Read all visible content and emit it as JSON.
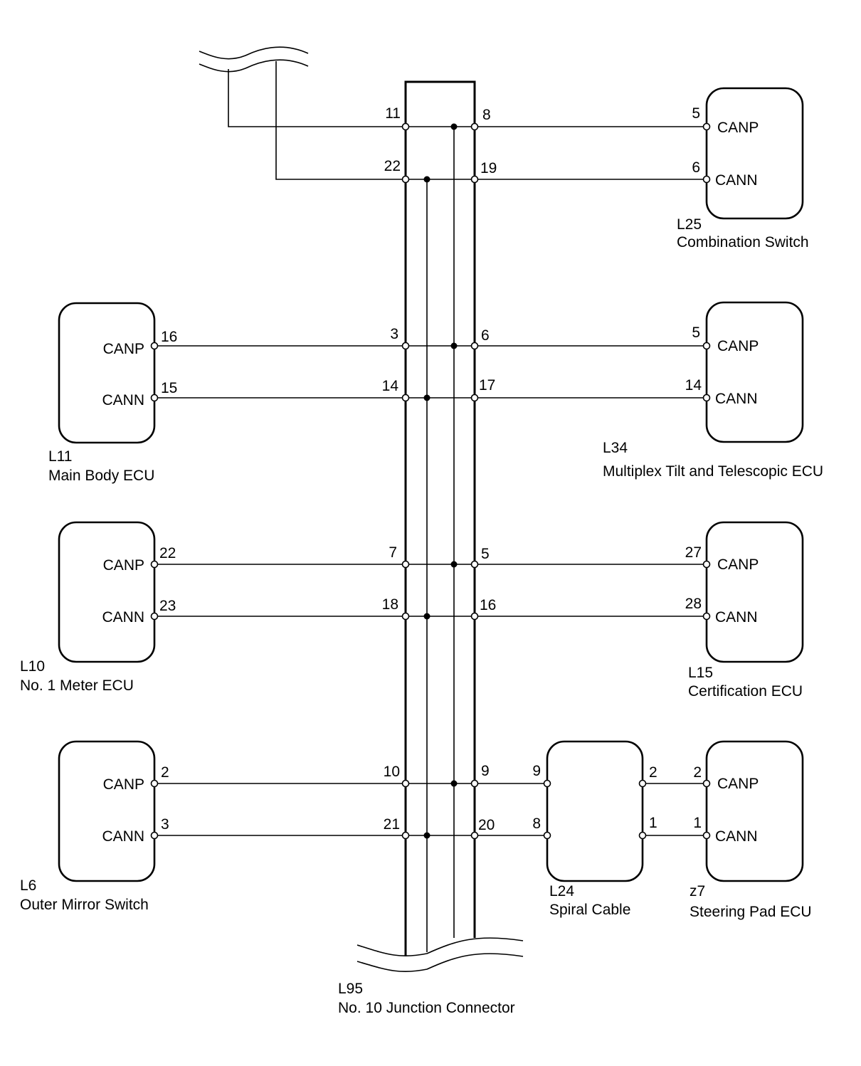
{
  "junction": {
    "id": "L95",
    "name": "No. 10 Junction Connector"
  },
  "components": {
    "combination_switch": {
      "id": "L25",
      "name": "Combination Switch",
      "canp_label": "CANP",
      "cann_label": "CANN",
      "canp_pin": "5",
      "cann_pin": "6"
    },
    "tilt_ecu": {
      "id": "L34",
      "name": "Multiplex Tilt and Telescopic ECU",
      "canp_label": "CANP",
      "cann_label": "CANN",
      "canp_pin": "5",
      "cann_pin": "14"
    },
    "main_body_ecu": {
      "id": "L11",
      "name": "Main Body ECU",
      "canp_label": "CANP",
      "cann_label": "CANN",
      "canp_pin": "16",
      "cann_pin": "15"
    },
    "meter_ecu": {
      "id": "L10",
      "name": "No. 1 Meter ECU",
      "canp_label": "CANP",
      "cann_label": "CANN",
      "canp_pin": "22",
      "cann_pin": "23"
    },
    "certification_ecu": {
      "id": "L15",
      "name": "Certification ECU",
      "canp_label": "CANP",
      "cann_label": "CANN",
      "canp_pin": "27",
      "cann_pin": "28"
    },
    "outer_mirror_switch": {
      "id": "L6",
      "name": "Outer Mirror Switch",
      "canp_label": "CANP",
      "cann_label": "CANN",
      "canp_pin": "2",
      "cann_pin": "3"
    },
    "spiral_cable": {
      "id": "L24",
      "name": "Spiral Cable",
      "in_canp_pin": "9",
      "in_cann_pin": "8",
      "out_canp_pin": "2",
      "out_cann_pin": "1"
    },
    "steering_pad_ecu": {
      "id": "z7",
      "name": "Steering Pad ECU",
      "canp_label": "CANP",
      "cann_label": "CANN",
      "canp_pin": "2",
      "cann_pin": "1"
    }
  },
  "junction_pins": {
    "row1_left": "11",
    "row1_right": "8",
    "row2_left": "22",
    "row2_right": "19",
    "row3_left": "3",
    "row3_right": "6",
    "row4_left": "14",
    "row4_right": "17",
    "row5_left": "7",
    "row5_right": "5",
    "row6_left": "18",
    "row6_right": "16",
    "row7_left": "10",
    "row7_right": "9",
    "row8_left": "21",
    "row8_right": "20"
  }
}
